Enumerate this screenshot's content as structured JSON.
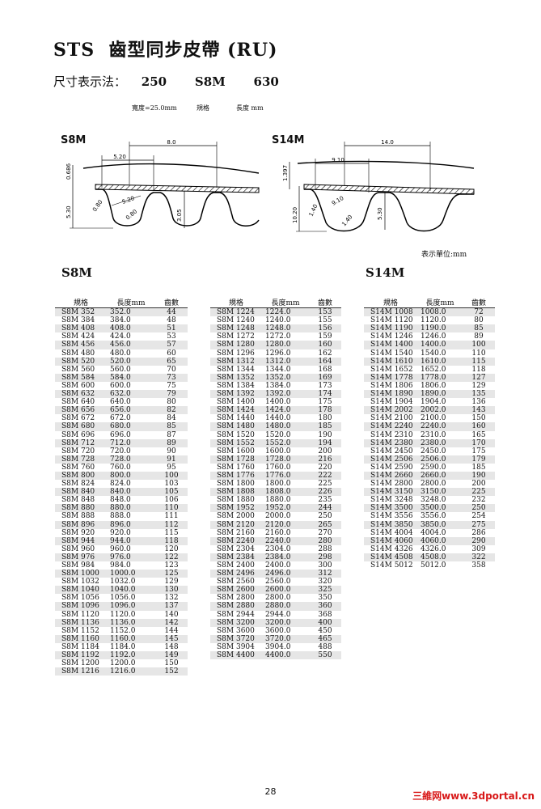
{
  "title": "STS  齒型同步皮帶 (RU)",
  "size_notation": {
    "label": "尺寸表示法：",
    "width": "250",
    "profile": "S8M",
    "length": "630",
    "width_desc": "寬度=25.0mm",
    "profile_desc": "規格",
    "length_desc": "長度 mm"
  },
  "diagrams": {
    "s8m": {
      "title": "S8M",
      "dims": [
        "8.0",
        "5.20",
        "0.686",
        "5.30",
        "5.20",
        "0.80",
        "0.80",
        "3.05"
      ]
    },
    "s14m": {
      "title": "S14M",
      "dims": [
        "14.0",
        "9.10",
        "1.397",
        "10.20",
        "9.10",
        "1.40",
        "1.40",
        "5.30"
      ]
    },
    "unit_note": "表示單位:mm"
  },
  "section_titles": {
    "s8m": "S8M",
    "s14m": "S14M"
  },
  "table_headers": [
    "規格",
    "長度mm",
    "齒數"
  ],
  "tables": {
    "table1": [
      [
        "S8M  352",
        "352.0",
        "44"
      ],
      [
        "S8M  384",
        "384.0",
        "48"
      ],
      [
        "S8M  408",
        "408.0",
        "51"
      ],
      [
        "S8M  424",
        "424.0",
        "53"
      ],
      [
        "S8M  456",
        "456.0",
        "57"
      ],
      [
        "S8M  480",
        "480.0",
        "60"
      ],
      [
        "S8M  520",
        "520.0",
        "65"
      ],
      [
        "S8M  560",
        "560.0",
        "70"
      ],
      [
        "S8M  584",
        "584.0",
        "73"
      ],
      [
        "S8M  600",
        "600.0",
        "75"
      ],
      [
        "S8M  632",
        "632.0",
        "79"
      ],
      [
        "S8M  640",
        "640.0",
        "80"
      ],
      [
        "S8M  656",
        "656.0",
        "82"
      ],
      [
        "S8M  672",
        "672.0",
        "84"
      ],
      [
        "S8M  680",
        "680.0",
        "85"
      ],
      [
        "S8M  696",
        "696.0",
        "87"
      ],
      [
        "S8M  712",
        "712.0",
        "89"
      ],
      [
        "S8M  720",
        "720.0",
        "90"
      ],
      [
        "S8M  728",
        "728.0",
        "91"
      ],
      [
        "S8M  760",
        "760.0",
        "95"
      ],
      [
        "S8M  800",
        "800.0",
        "100"
      ],
      [
        "S8M  824",
        "824.0",
        "103"
      ],
      [
        "S8M  840",
        "840.0",
        "105"
      ],
      [
        "S8M  848",
        "848.0",
        "106"
      ],
      [
        "S8M  880",
        "880.0",
        "110"
      ],
      [
        "S8M  888",
        "888.0",
        "111"
      ],
      [
        "S8M  896",
        "896.0",
        "112"
      ],
      [
        "S8M  920",
        "920.0",
        "115"
      ],
      [
        "S8M  944",
        "944.0",
        "118"
      ],
      [
        "S8M  960",
        "960.0",
        "120"
      ],
      [
        "S8M  976",
        "976.0",
        "122"
      ],
      [
        "S8M  984",
        "984.0",
        "123"
      ],
      [
        "S8M  1000",
        "1000.0",
        "125"
      ],
      [
        "S8M  1032",
        "1032.0",
        "129"
      ],
      [
        "S8M  1040",
        "1040.0",
        "130"
      ],
      [
        "S8M  1056",
        "1056.0",
        "132"
      ],
      [
        "S8M  1096",
        "1096.0",
        "137"
      ],
      [
        "S8M  1120",
        "1120.0",
        "140"
      ],
      [
        "S8M  1136",
        "1136.0",
        "142"
      ],
      [
        "S8M  1152",
        "1152.0",
        "144"
      ],
      [
        "S8M  1160",
        "1160.0",
        "145"
      ],
      [
        "S8M  1184",
        "1184.0",
        "148"
      ],
      [
        "S8M  1192",
        "1192.0",
        "149"
      ],
      [
        "S8M  1200",
        "1200.0",
        "150"
      ],
      [
        "S8M  1216",
        "1216.0",
        "152"
      ]
    ],
    "table2": [
      [
        "S8M  1224",
        "1224.0",
        "153"
      ],
      [
        "S8M  1240",
        "1240.0",
        "155"
      ],
      [
        "S8M  1248",
        "1248.0",
        "156"
      ],
      [
        "S8M  1272",
        "1272.0",
        "159"
      ],
      [
        "S8M  1280",
        "1280.0",
        "160"
      ],
      [
        "S8M  1296",
        "1296.0",
        "162"
      ],
      [
        "S8M  1312",
        "1312.0",
        "164"
      ],
      [
        "S8M  1344",
        "1344.0",
        "168"
      ],
      [
        "S8M  1352",
        "1352.0",
        "169"
      ],
      [
        "S8M  1384",
        "1384.0",
        "173"
      ],
      [
        "S8M  1392",
        "1392.0",
        "174"
      ],
      [
        "S8M  1400",
        "1400.0",
        "175"
      ],
      [
        "S8M  1424",
        "1424.0",
        "178"
      ],
      [
        "S8M  1440",
        "1440.0",
        "180"
      ],
      [
        "S8M  1480",
        "1480.0",
        "185"
      ],
      [
        "S8M  1520",
        "1520.0",
        "190"
      ],
      [
        "S8M  1552",
        "1552.0",
        "194"
      ],
      [
        "S8M  1600",
        "1600.0",
        "200"
      ],
      [
        "S8M  1728",
        "1728.0",
        "216"
      ],
      [
        "S8M  1760",
        "1760.0",
        "220"
      ],
      [
        "S8M  1776",
        "1776.0",
        "222"
      ],
      [
        "S8M  1800",
        "1800.0",
        "225"
      ],
      [
        "S8M  1808",
        "1808.0",
        "226"
      ],
      [
        "S8M  1880",
        "1880.0",
        "235"
      ],
      [
        "S8M  1952",
        "1952.0",
        "244"
      ],
      [
        "S8M  2000",
        "2000.0",
        "250"
      ],
      [
        "S8M  2120",
        "2120.0",
        "265"
      ],
      [
        "S8M  2160",
        "2160.0",
        "270"
      ],
      [
        "S8M  2240",
        "2240.0",
        "280"
      ],
      [
        "S8M  2304",
        "2304.0",
        "288"
      ],
      [
        "S8M  2384",
        "2384.0",
        "298"
      ],
      [
        "S8M  2400",
        "2400.0",
        "300"
      ],
      [
        "S8M  2496",
        "2496.0",
        "312"
      ],
      [
        "S8M  2560",
        "2560.0",
        "320"
      ],
      [
        "S8M  2600",
        "2600.0",
        "325"
      ],
      [
        "S8M  2800",
        "2800.0",
        "350"
      ],
      [
        "S8M  2880",
        "2880.0",
        "360"
      ],
      [
        "S8M  2944",
        "2944.0",
        "368"
      ],
      [
        "S8M  3200",
        "3200.0",
        "400"
      ],
      [
        "S8M  3600",
        "3600.0",
        "450"
      ],
      [
        "S8M  3720",
        "3720.0",
        "465"
      ],
      [
        "S8M  3904",
        "3904.0",
        "488"
      ],
      [
        "S8M  4400",
        "4400.0",
        "550"
      ]
    ],
    "table3": [
      [
        "S14M  1008",
        "1008.0",
        "72"
      ],
      [
        "S14M  1120",
        "1120.0",
        "80"
      ],
      [
        "S14M  1190",
        "1190.0",
        "85"
      ],
      [
        "S14M  1246",
        "1246.0",
        "89"
      ],
      [
        "S14M  1400",
        "1400.0",
        "100"
      ],
      [
        "S14M  1540",
        "1540.0",
        "110"
      ],
      [
        "S14M  1610",
        "1610.0",
        "115"
      ],
      [
        "S14M  1652",
        "1652.0",
        "118"
      ],
      [
        "S14M  1778",
        "1778.0",
        "127"
      ],
      [
        "S14M  1806",
        "1806.0",
        "129"
      ],
      [
        "S14M  1890",
        "1890.0",
        "135"
      ],
      [
        "S14M  1904",
        "1904.0",
        "136"
      ],
      [
        "S14M  2002",
        "2002.0",
        "143"
      ],
      [
        "S14M  2100",
        "2100.0",
        "150"
      ],
      [
        "S14M  2240",
        "2240.0",
        "160"
      ],
      [
        "S14M  2310",
        "2310.0",
        "165"
      ],
      [
        "S14M  2380",
        "2380.0",
        "170"
      ],
      [
        "S14M  2450",
        "2450.0",
        "175"
      ],
      [
        "S14M  2506",
        "2506.0",
        "179"
      ],
      [
        "S14M  2590",
        "2590.0",
        "185"
      ],
      [
        "S14M  2660",
        "2660.0",
        "190"
      ],
      [
        "S14M  2800",
        "2800.0",
        "200"
      ],
      [
        "S14M  3150",
        "3150.0",
        "225"
      ],
      [
        "S14M  3248",
        "3248.0",
        "232"
      ],
      [
        "S14M  3500",
        "3500.0",
        "250"
      ],
      [
        "S14M  3556",
        "3556.0",
        "254"
      ],
      [
        "S14M  3850",
        "3850.0",
        "275"
      ],
      [
        "S14M  4004",
        "4004.0",
        "286"
      ],
      [
        "S14M  4060",
        "4060.0",
        "290"
      ],
      [
        "S14M  4326",
        "4326.0",
        "309"
      ],
      [
        "S14M  4508",
        "4508.0",
        "322"
      ],
      [
        "S14M  5012",
        "5012.0",
        "358"
      ]
    ]
  },
  "page_number": "28",
  "watermark": "三維网www.3dportal.cn"
}
